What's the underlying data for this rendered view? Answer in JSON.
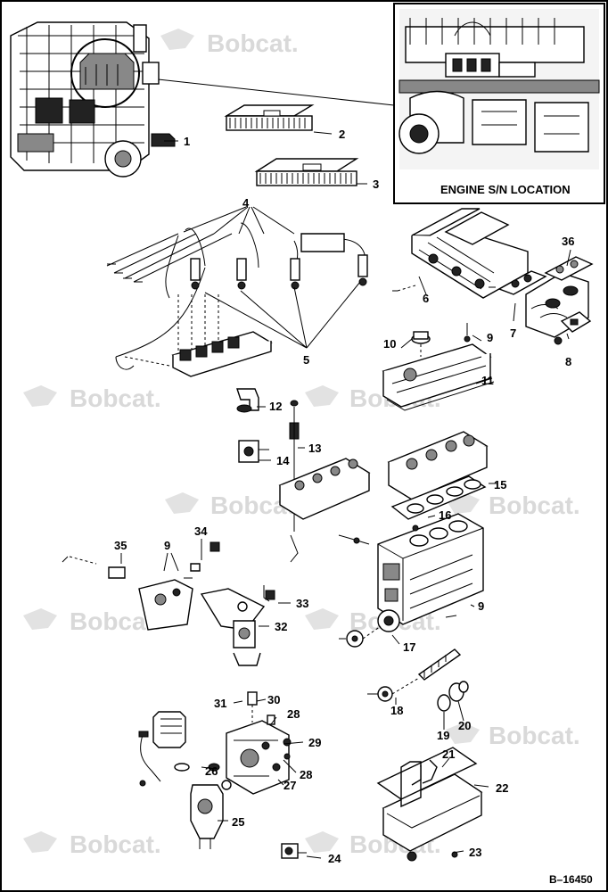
{
  "watermark_text": "Bobcat.",
  "inset_caption": "ENGINE S/N LOCATION",
  "reference_code": "B–16450",
  "callouts": [
    "1",
    "2",
    "3",
    "4",
    "5",
    "6",
    "7",
    "8",
    "9",
    "10",
    "11",
    "12",
    "13",
    "14",
    "15",
    "16",
    "17",
    "18",
    "19",
    "20",
    "21",
    "22",
    "23",
    "24",
    "25",
    "26",
    "27",
    "28",
    "29",
    "30",
    "31",
    "32",
    "33",
    "34",
    "35",
    "36"
  ],
  "repeated_labels": {
    "nine": "9",
    "twentyeight": "28"
  }
}
